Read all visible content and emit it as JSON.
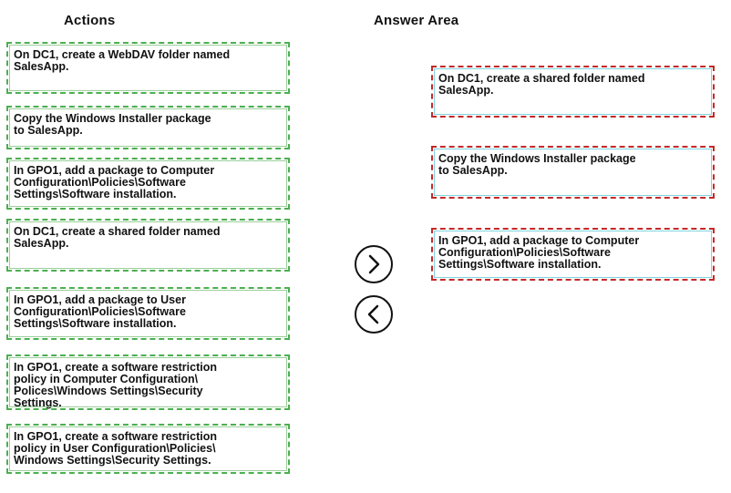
{
  "headings": {
    "actions": "Actions",
    "answer_area": "Answer Area"
  },
  "actions": [
    "On DC1, create a WebDAV folder named\nSalesApp.",
    "Copy the Windows Installer package\nto SalesApp.",
    "In GPO1, add a package to Computer\nConfiguration\\Policies\\Software\nSettings\\Software installation.",
    "On DC1, create a shared folder named\nSalesApp.",
    "In GPO1, add a package to User\nConfiguration\\Policies\\Software\nSettings\\Software installation.",
    "In GPO1, create a software restriction\npolicy in Computer Configuration\\\nPolices\\Windows Settings\\Security\nSettings.",
    "In GPO1, create a software restriction\npolicy in User Configuration\\Policies\\\nWindows Settings\\Security Settings."
  ],
  "answers": [
    "On DC1, create a shared folder named\nSalesApp.",
    "Copy the Windows Installer package\nto SalesApp.",
    "In GPO1, add a package to Computer\nConfiguration\\Policies\\Software\nSettings\\Software installation."
  ],
  "controls": {
    "move_right_icon": "chevron-right",
    "move_left_icon": "chevron-left"
  }
}
